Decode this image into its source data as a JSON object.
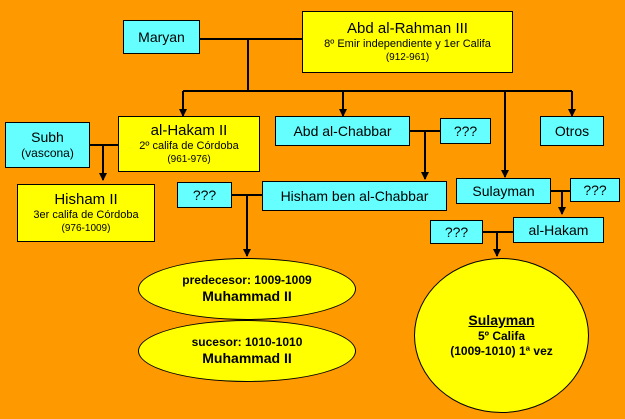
{
  "nodes": {
    "maryan": "Maryan",
    "abd_rahman": {
      "name": "Abd al-Rahman III",
      "title": "8º Emir independiente y 1er Califa",
      "dates": "(912-961)"
    },
    "hakam2": {
      "name": "al-Hakam II",
      "title": "2º califa de Córdoba",
      "dates": "(961-976)"
    },
    "abd_chabbar": "Abd al-Chabbar",
    "unknown_1": "???",
    "otros": "Otros",
    "subh": {
      "name": "Subh",
      "origin": "(vascona)"
    },
    "hisham2": {
      "name": "Hisham II",
      "title": "3er califa de Córdoba",
      "dates": "(976-1009)"
    },
    "unknown_2": "???",
    "hisham_chabbar": "Hisham ben al-Chabbar",
    "sulayman_parent": "Sulayman",
    "unknown_3": "???",
    "unknown_4": "???",
    "al_hakam": "al-Hakam"
  },
  "ellipses": {
    "predecessor": {
      "line1": "predecesor: 1009-1009",
      "line2": "Muhammad II"
    },
    "successor": {
      "line1": "sucesor: 1010-1010",
      "line2": "Muhammad II"
    },
    "main": {
      "name": "Sulayman",
      "title": "5º Califa",
      "dates": "(1009-1010) 1ª vez"
    }
  }
}
